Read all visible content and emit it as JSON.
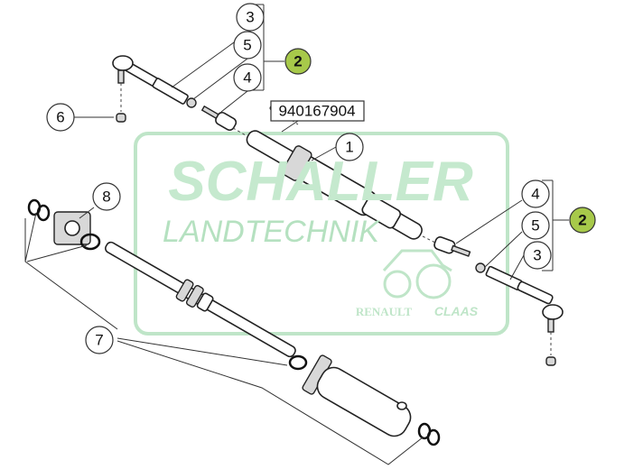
{
  "watermark": {
    "line1": "SCHALLER",
    "line2": "LANDTECHNIK",
    "brand1": "RENAULT",
    "brand2": "CLAAS",
    "color": "#a8dcb5"
  },
  "part_number_label": "940167904",
  "assembly_color": "#a7c94a",
  "callouts": {
    "top_left": {
      "c3": "3",
      "c5": "5",
      "c4": "4",
      "assembly": "2",
      "c6": "6"
    },
    "center": {
      "c1": "1",
      "c8": "8",
      "c7": "7"
    },
    "right": {
      "c4": "4",
      "c5": "5",
      "c3": "3",
      "assembly": "2"
    }
  }
}
